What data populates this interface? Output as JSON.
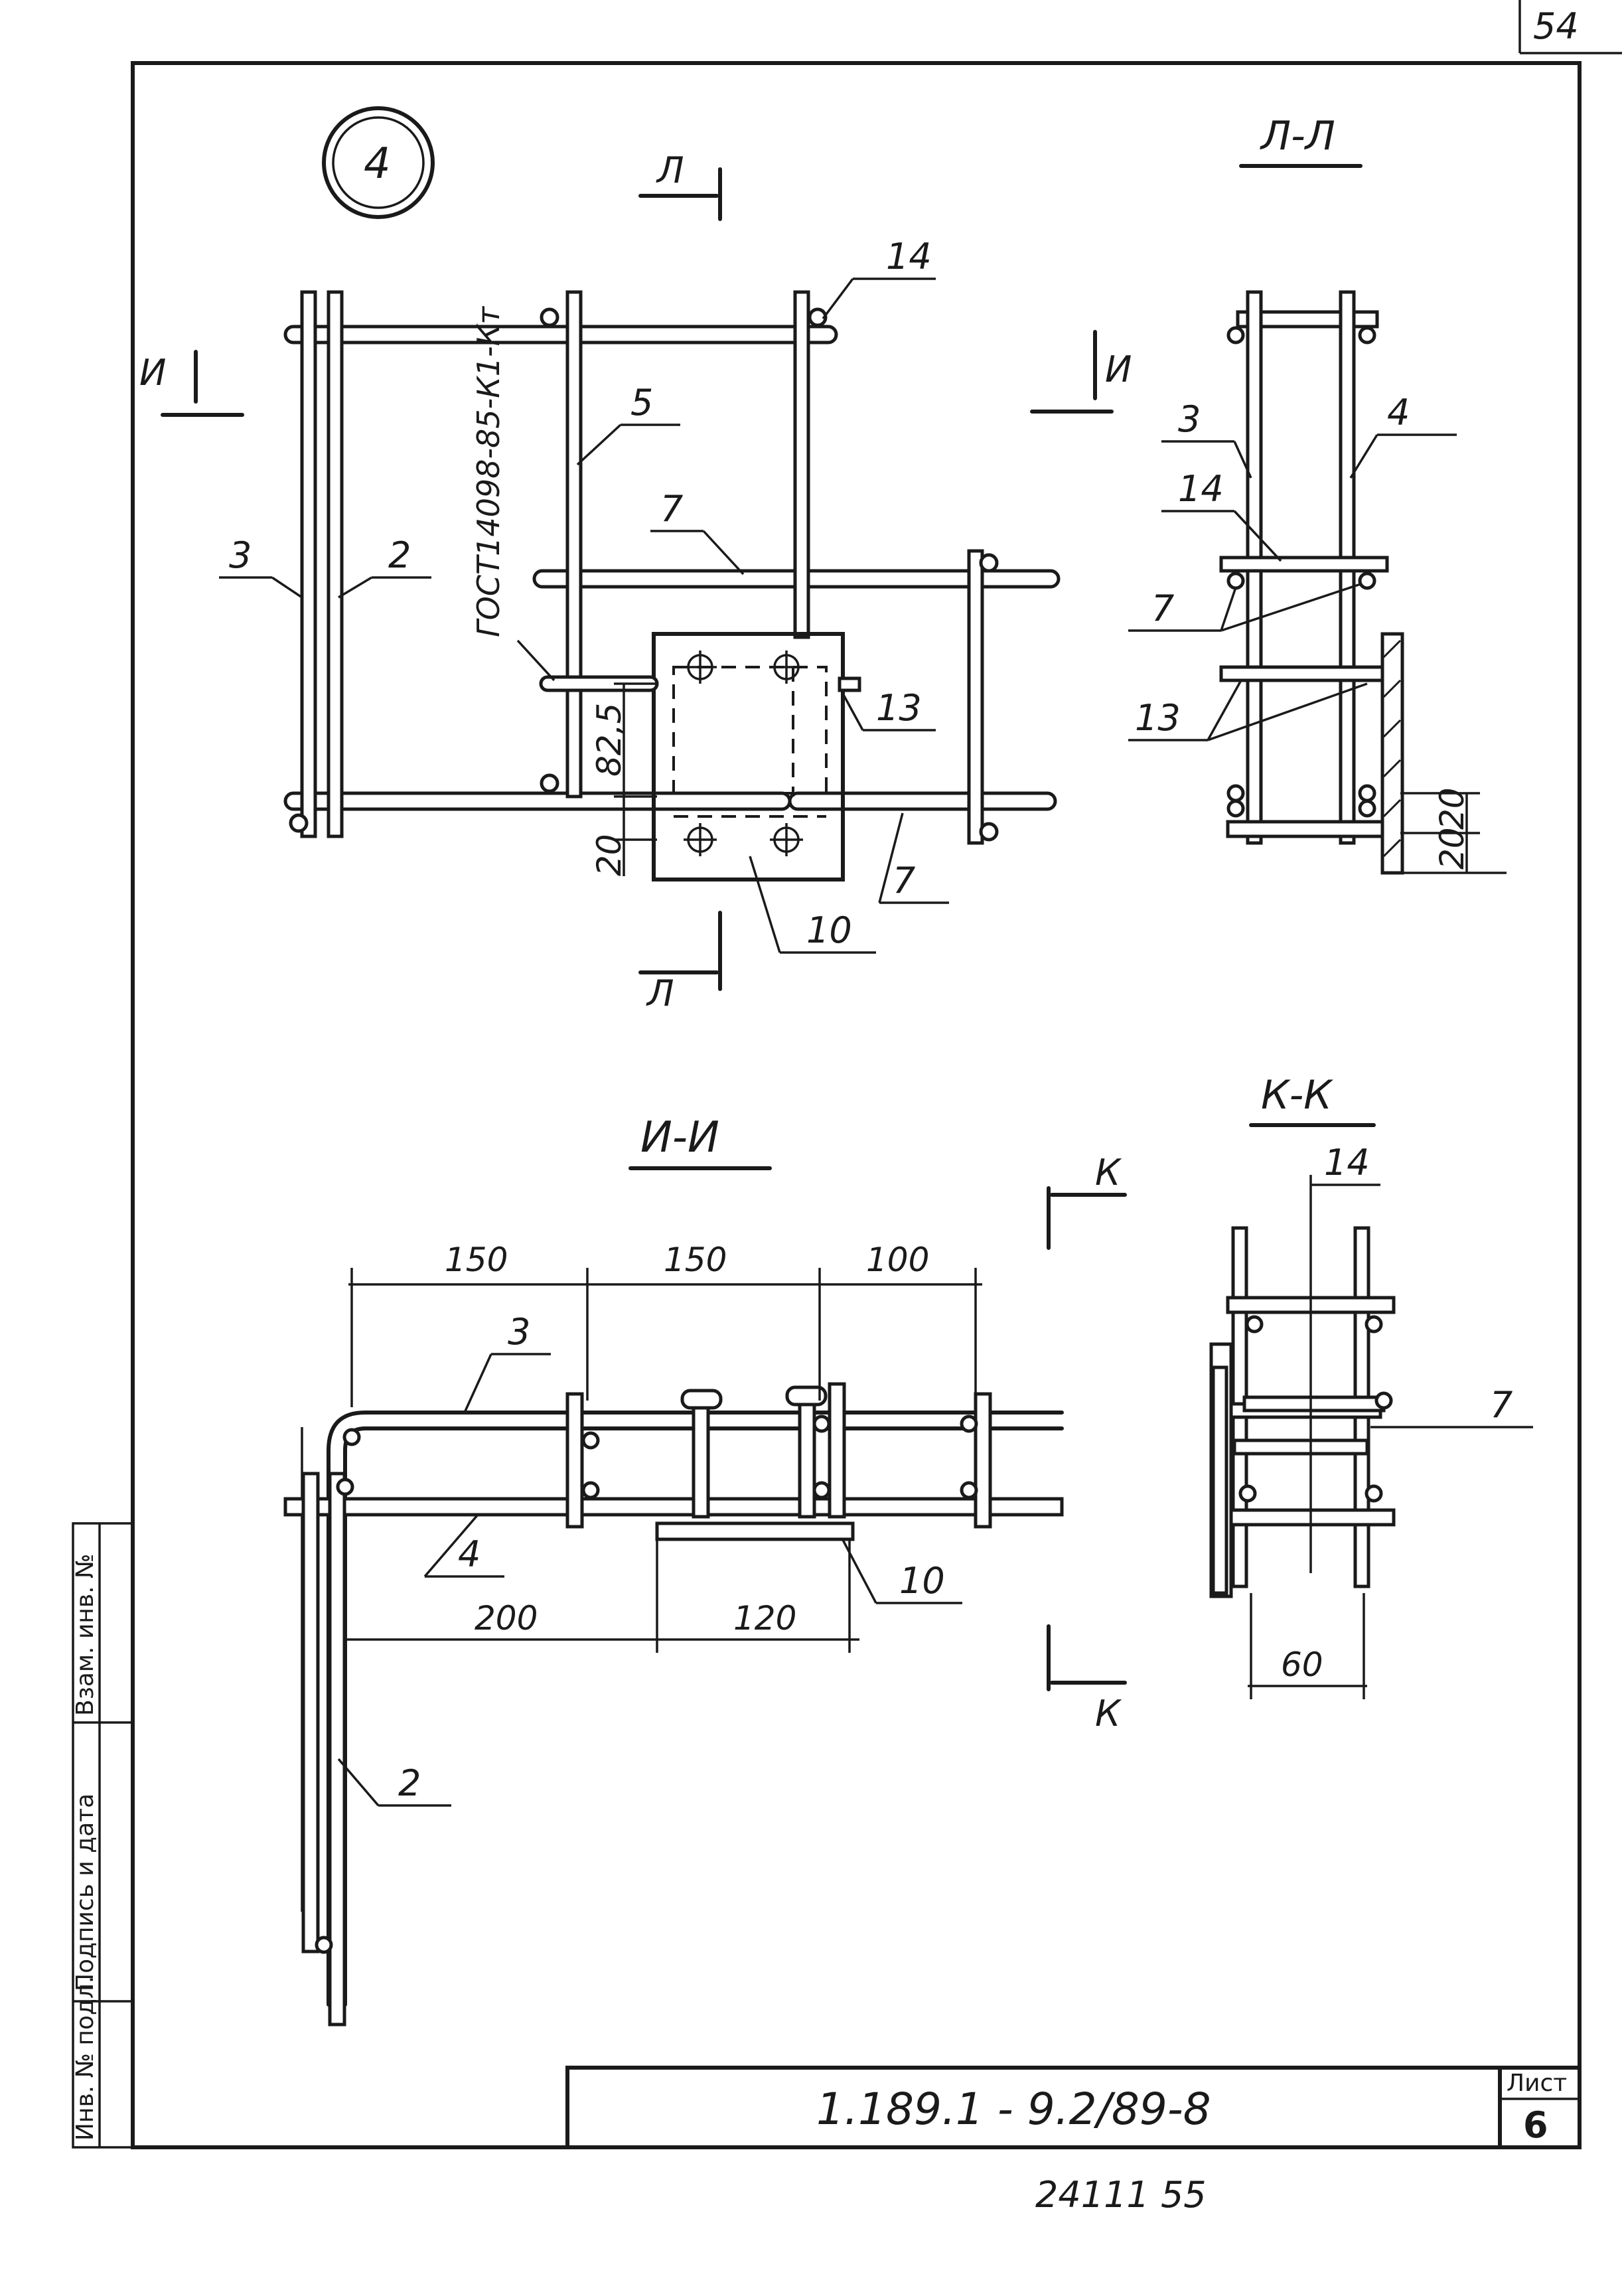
{
  "page_corner_number": "54",
  "detail_marker": "4",
  "sections": {
    "ll_title": "Л-Л",
    "ii_title": "И-И",
    "kk_title": "К-К",
    "l_marker": "Л",
    "i_marker": "И",
    "k_marker": "К"
  },
  "gost_label": "ГОСТ14098-85-К1-Кт",
  "positions": {
    "p2": "2",
    "p3": "3",
    "p4": "4",
    "p5": "5",
    "p7": "7",
    "p10": "10",
    "p13": "13",
    "p14": "14"
  },
  "dimensions": {
    "d82_5": "82,5",
    "d20": "20",
    "d150a": "150",
    "d150b": "150",
    "d100": "100",
    "d200": "200",
    "d120": "120",
    "d60": "60"
  },
  "side_stamp": {
    "inv_podl": "Инв. № подл.",
    "podpis_data": "Подпись и дата",
    "vzam_inv": "Взам. инв. №"
  },
  "title_block": {
    "document_code": "1.189.1 - 9.2/89-8",
    "sheet_label": "Лист",
    "sheet_number": "6"
  },
  "footer_code": "24111 55"
}
